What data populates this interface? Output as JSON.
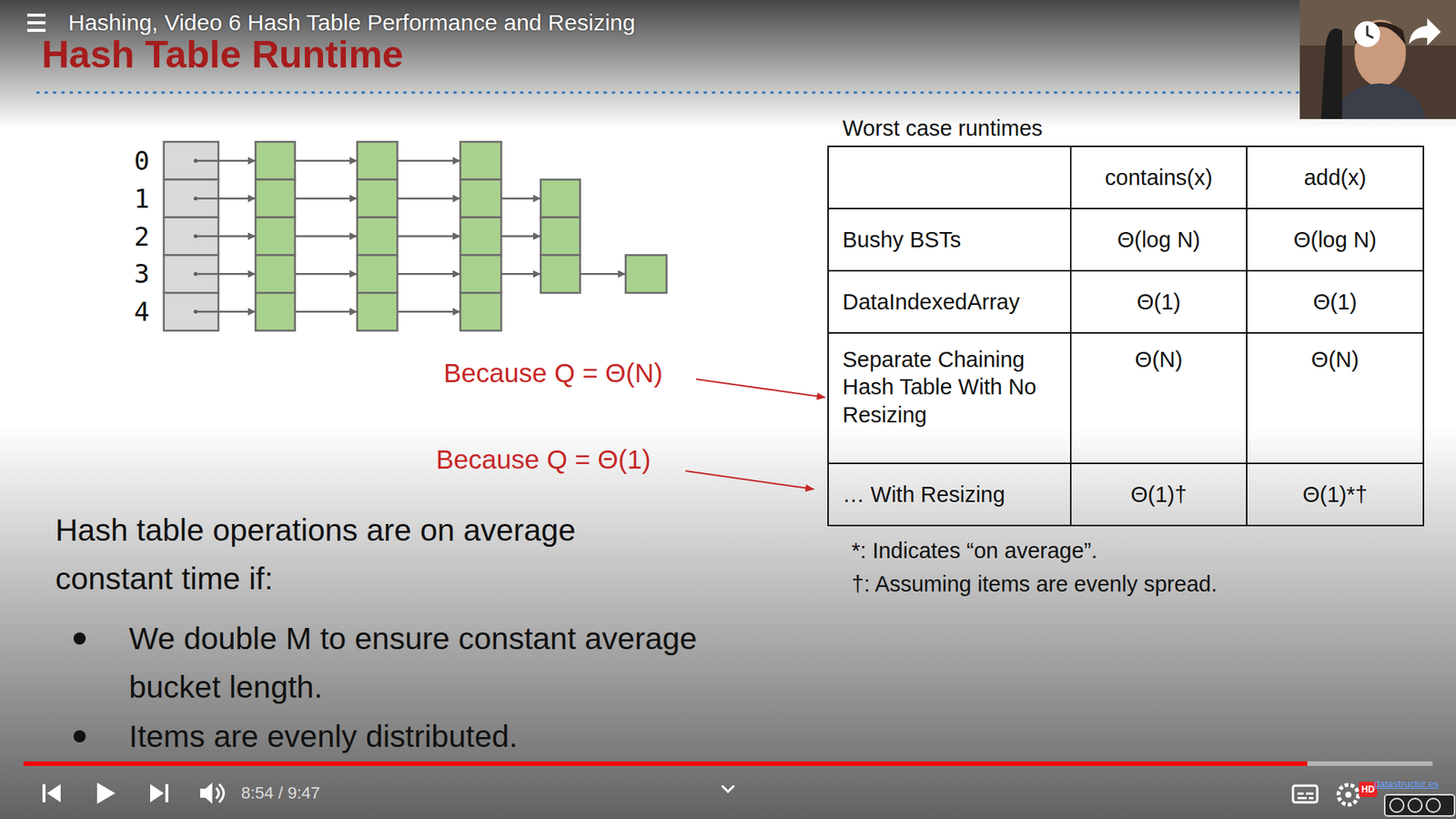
{
  "diagram": {
    "title": "Hash Table Runtime",
    "labels": [
      "Hashing, Video 6 Hash Table Performance and Resizing",
      "0",
      "1",
      "2",
      "3",
      "4",
      "Because Q = Θ(N)",
      "Because Q = Θ(1)",
      "Worst case runtimes",
      "contains(x)",
      "add(x)",
      "Bushy BSTs",
      "Θ(log N)",
      "Θ(log N)",
      "DataIndexedArray",
      "Θ(1)",
      "Θ(1)",
      "Separate Chaining Hash Table With No Resizing",
      "Θ(N)",
      "Θ(N)",
      "… With Resizing",
      "Θ(1)†",
      "Θ(1)*†",
      "*: Indicates “on average”.",
      "†: Assuming items are evenly spread.",
      "Hash table operations are on average constant time if:",
      "We double M to ensure constant average bucket length.",
      "Items are evenly distributed.",
      "8:54 / 9:47",
      "HD",
      "datastructur.es"
    ]
  }
}
